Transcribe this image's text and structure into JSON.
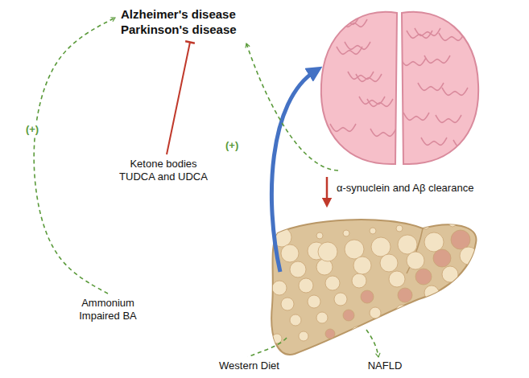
{
  "diagram": {
    "nodes": [
      {
        "text": [
          "Alzheimer's disease Parkinson's disease"
        ]
      },
      {
        "text": [
          "Ketone bodies TUDCA and UDCA"
        ]
      },
      {
        "text": [
          "Ammonium Impaired BA"
        ]
      },
      {
        "text": [
          "Western Diet"
        ]
      },
      {
        "text": [
          "NAFLD"
        ]
      }
    ],
    "edges": [
      {
        "from": 2,
        "to": 0,
        "arrow": "to",
        "label": "(+)"
      },
      {
        "from": 1,
        "to": 0,
        "arrow": "to"
      }
    ],
    "labels": [
      "α-synuclein and Aβ clearance",
      "(+)"
    ]
  }
}
